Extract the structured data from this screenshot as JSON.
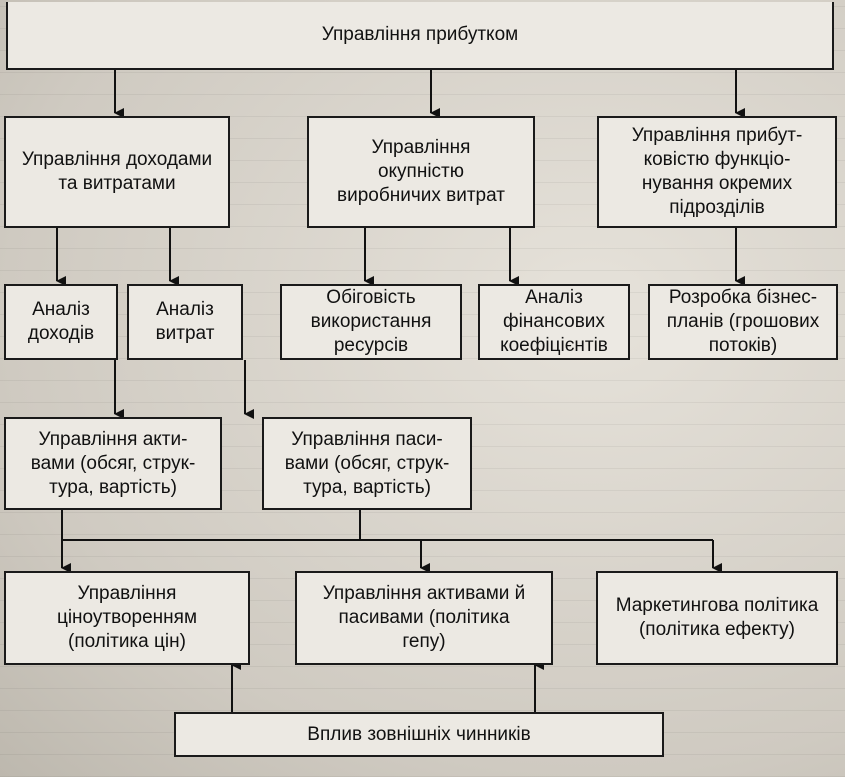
{
  "diagram": {
    "top": "Управління прибутком",
    "level1": [
      "Управління доходами\nта витратами",
      "Управління\nокупністю\nвиробничих витрат",
      "Управління прибут-\nковістю функціо-\nнування окремих\nпідрозділів"
    ],
    "level2": [
      "Аналіз\nдоходів",
      "Аналіз\nвитрат",
      "Обіговість\nвикористання\nресурсів",
      "Аналіз\nфінансових\nкоефіцієнтів",
      "Розробка бізнес-\nпланів (грошових\nпотоків)"
    ],
    "level3": [
      "Управління акти-\nвами (обсяг, струк-\nтура, вартість)",
      "Управління паси-\nвами (обсяг, струк-\nтура, вартість)"
    ],
    "level4": [
      "Управління\nціноутворенням\n(політика цін)",
      "Управління активами й\nпасивами (політика\nгепу)",
      "Маркетингова політика\n(політика ефекту)"
    ],
    "bottom": "Вплив зовнішніх чинників"
  }
}
